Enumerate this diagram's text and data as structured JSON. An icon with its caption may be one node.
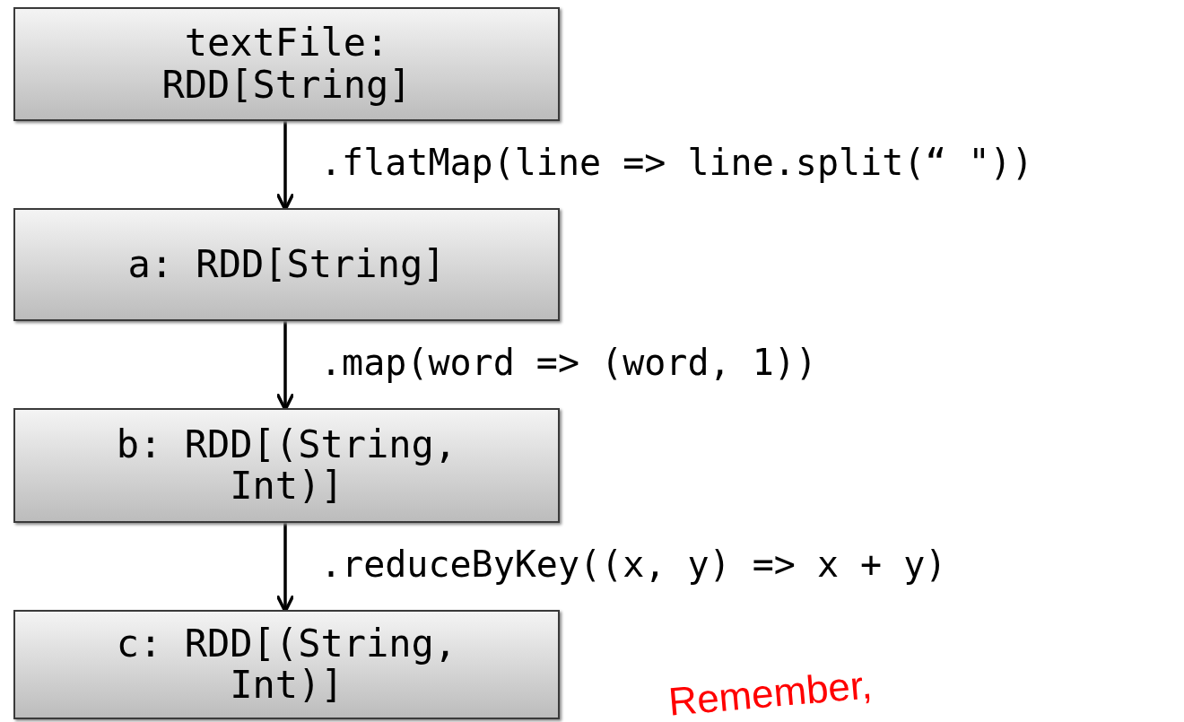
{
  "diagram": {
    "nodes": [
      {
        "text": [
          "textFile: RDD[String]"
        ]
      },
      {
        "text": [
          "a: RDD[String]"
        ]
      },
      {
        "text": [
          "b: RDD[(String, Int)]"
        ]
      },
      {
        "text": [
          "c: RDD[(String, Int)]"
        ]
      }
    ],
    "edges": [
      {
        "from": 0,
        "to": 1,
        "arrow": "to",
        "label": ".flatMap(line => line.split(“ \"))"
      },
      {
        "from": 1,
        "to": 2,
        "arrow": "to",
        "label": ".map(word => (word, 1))"
      },
      {
        "from": 2,
        "to": 3,
        "arrow": "to",
        "label": ".reduceByKey((x, y) => x + y)"
      }
    ],
    "labels": [
      "Remember,"
    ]
  }
}
